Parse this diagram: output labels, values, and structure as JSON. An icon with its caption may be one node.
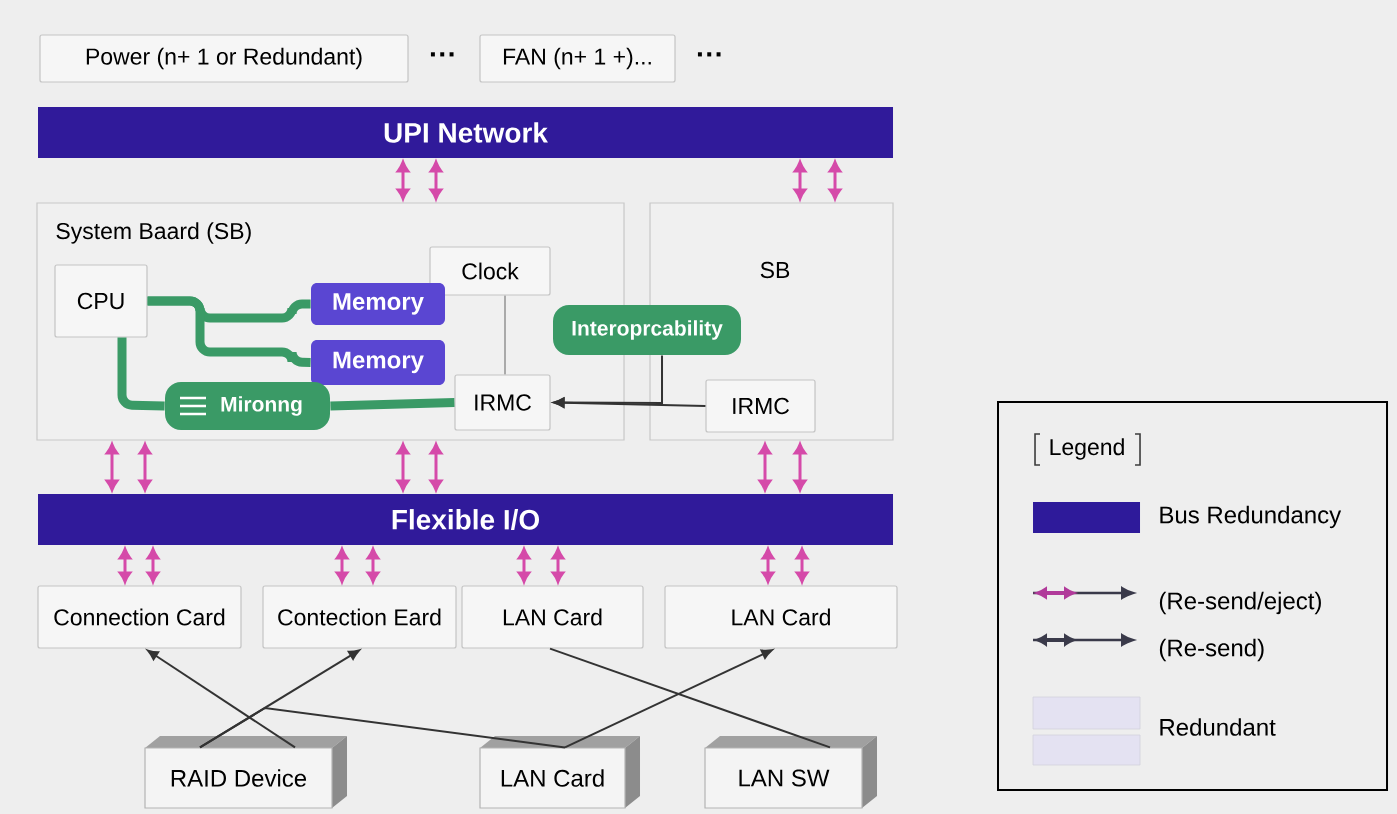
{
  "diagram": {
    "nodes": [
      {
        "text": [
          "Power (n+ 1 or Redundant)"
        ]
      },
      {
        "text": [
          "FAN (n+ 1 +)..."
        ]
      },
      {
        "text": [
          "UPI Network"
        ]
      },
      {
        "text": [
          "System Baard (SB)"
        ]
      },
      {
        "text": [
          "SB"
        ]
      },
      {
        "text": [
          "CPU"
        ],
        "in": 3
      },
      {
        "text": [
          "Clock"
        ],
        "in": 3
      },
      {
        "text": [
          "Memory"
        ],
        "in": 3
      },
      {
        "text": [
          "Memory"
        ],
        "in": 3
      },
      {
        "text": [
          "Mironng"
        ],
        "in": 3
      },
      {
        "text": [
          "IRMC"
        ],
        "in": 3
      },
      {
        "text": [
          "Interoprcability"
        ]
      },
      {
        "text": [
          "IRMC"
        ],
        "in": 4
      },
      {
        "text": [
          "Flexible I/O"
        ]
      },
      {
        "text": [
          "Connection Card"
        ]
      },
      {
        "text": [
          "Contection Eard"
        ]
      },
      {
        "text": [
          "LAN Card"
        ]
      },
      {
        "text": [
          "LAN Card"
        ]
      },
      {
        "text": [
          "RAID Device"
        ]
      },
      {
        "text": [
          "LAN Card"
        ]
      },
      {
        "text": [
          "LAN SW"
        ]
      }
    ],
    "edges": [
      {
        "from": 2,
        "to": 3,
        "arrow": "both"
      },
      {
        "from": 2,
        "to": 3,
        "arrow": "both"
      },
      {
        "from": 2,
        "to": 4,
        "arrow": "both"
      },
      {
        "from": 2,
        "to": 4,
        "arrow": "both"
      },
      {
        "from": 3,
        "to": 13,
        "arrow": "both"
      },
      {
        "from": 3,
        "to": 13,
        "arrow": "both"
      },
      {
        "from": 3,
        "to": 13,
        "arrow": "both"
      },
      {
        "from": 3,
        "to": 13,
        "arrow": "both"
      },
      {
        "from": 4,
        "to": 13,
        "arrow": "both"
      },
      {
        "from": 4,
        "to": 13,
        "arrow": "both"
      },
      {
        "from": 13,
        "to": 14,
        "arrow": "both"
      },
      {
        "from": 13,
        "to": 14,
        "arrow": "both"
      },
      {
        "from": 13,
        "to": 15,
        "arrow": "both"
      },
      {
        "from": 13,
        "to": 15,
        "arrow": "both"
      },
      {
        "from": 13,
        "to": 16,
        "arrow": "both"
      },
      {
        "from": 13,
        "to": 16,
        "arrow": "both"
      },
      {
        "from": 13,
        "to": 17,
        "arrow": "both"
      },
      {
        "from": 13,
        "to": 17,
        "arrow": "both"
      },
      {
        "from": 5,
        "to": 7,
        "arrow": "none",
        "style": "thick",
        "color": "#3a9a66"
      },
      {
        "from": 5,
        "to": 8,
        "arrow": "none",
        "style": "thick",
        "color": "#3a9a66"
      },
      {
        "from": 5,
        "to": 9,
        "arrow": "none",
        "style": "thick",
        "color": "#3a9a66"
      },
      {
        "from": 9,
        "to": 10,
        "arrow": "none",
        "style": "thick",
        "color": "#3a9a66"
      },
      {
        "from": 6,
        "to": 10,
        "arrow": "none",
        "color": "#aaaaaa"
      },
      {
        "from": 12,
        "to": 10,
        "arrow": "to",
        "color": "#333333"
      },
      {
        "from": 11,
        "to": 10,
        "arrow": "to",
        "color": "#333333"
      },
      {
        "from": 18,
        "to": 14,
        "arrow": "to",
        "color": "#333333"
      },
      {
        "from": 18,
        "to": 15,
        "arrow": "to",
        "color": "#333333"
      },
      {
        "from": 18,
        "to": 19,
        "arrow": "none",
        "color": "#333333"
      },
      {
        "from": 16,
        "to": 20,
        "arrow": "none",
        "color": "#333333"
      },
      {
        "from": 19,
        "to": 17,
        "arrow": "to",
        "color": "#333333"
      }
    ],
    "labels": [
      "···",
      "···",
      "Legend"
    ],
    "legend": [
      {
        "text": "Bus Redundancy",
        "color": "#2e1a9a"
      },
      {
        "text": "(Re-send/eject)"
      },
      {
        "text": "(Re-send)"
      },
      {
        "text": "Redundant",
        "color": "#e4e2f2"
      }
    ]
  }
}
